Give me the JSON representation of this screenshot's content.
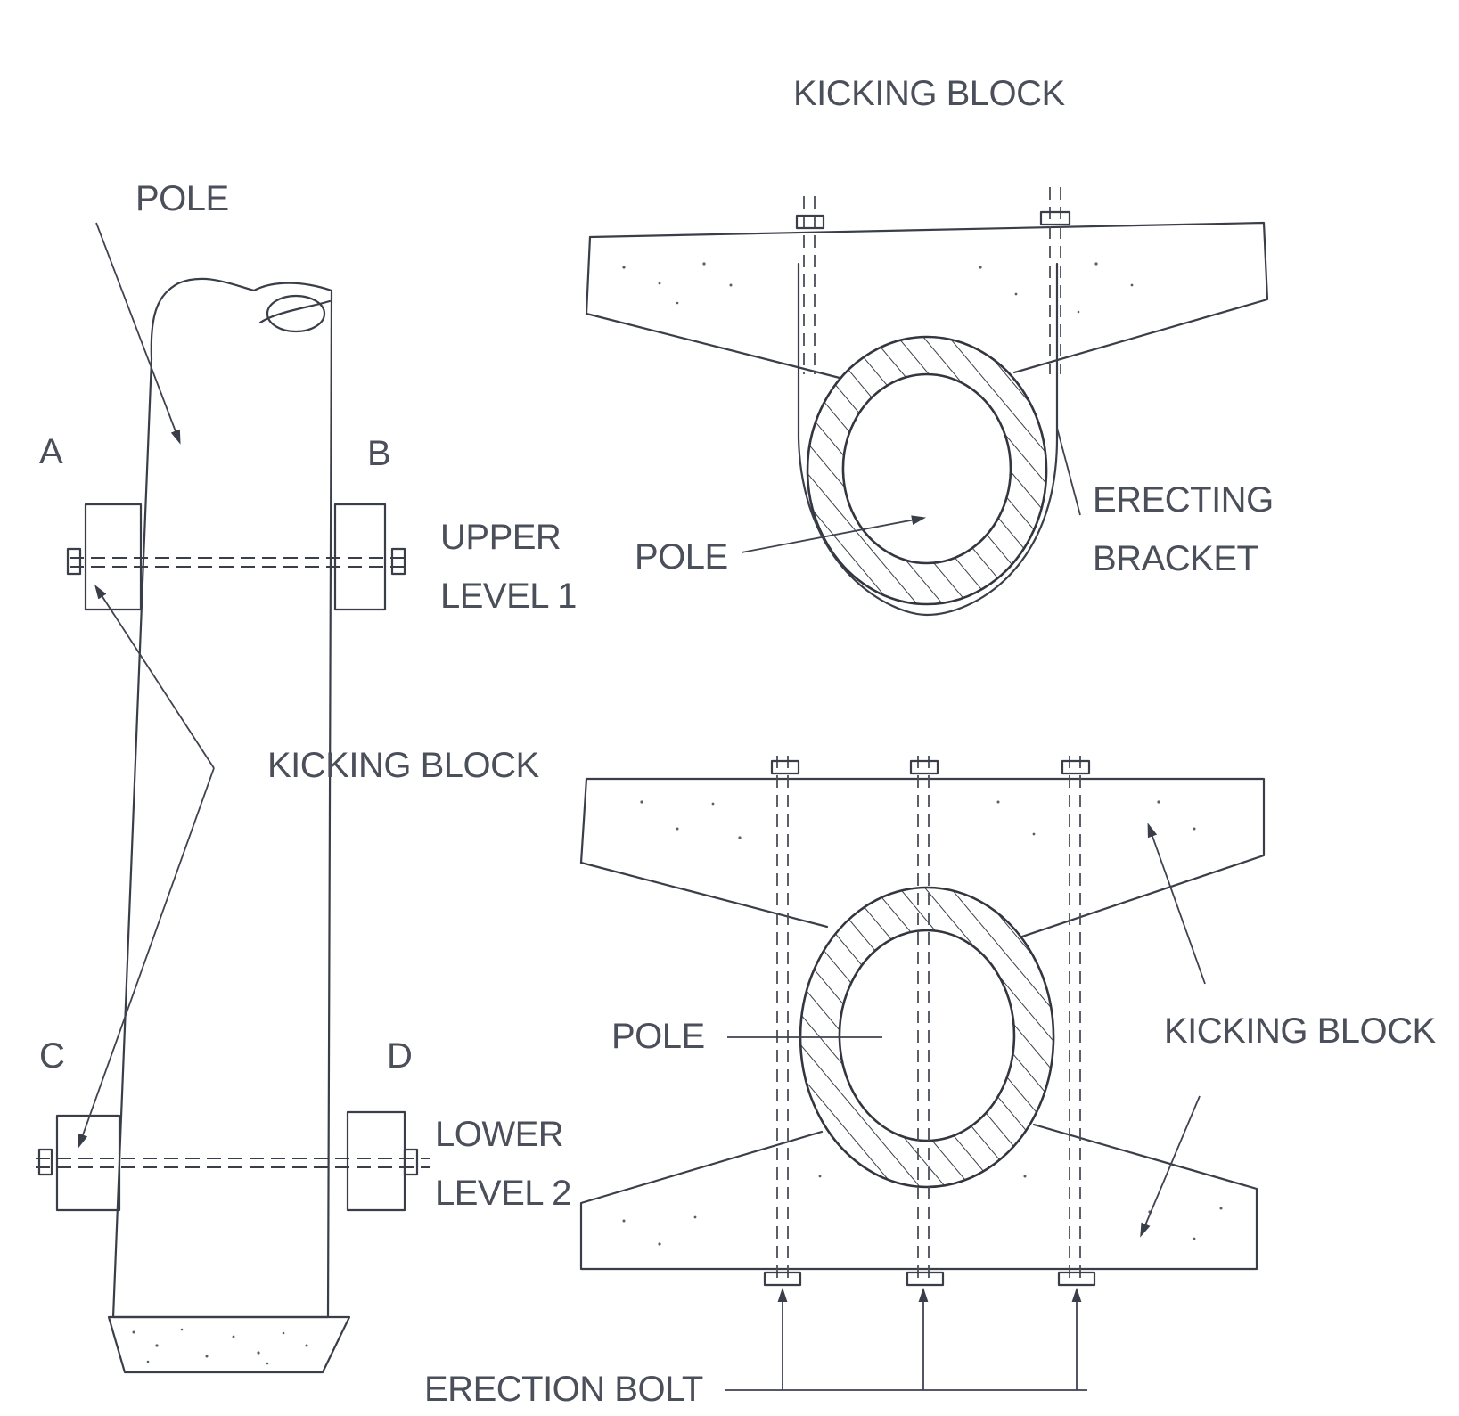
{
  "labels": {
    "top_title": "KICKING BLOCK",
    "pole_left": "POLE",
    "label_a": "A",
    "label_b": "B",
    "label_c": "C",
    "label_d": "D",
    "upper_level_line1": "UPPER",
    "upper_level_line2": "LEVEL 1",
    "kicking_block_mid": "KICKING BLOCK",
    "lower_level_line1": "LOWER",
    "lower_level_line2": "LEVEL 2",
    "pole_top_section": "POLE",
    "erecting_line1": "ERECTING",
    "erecting_line2": "BRACKET",
    "pole_bottom_section": "POLE",
    "kicking_block_right": "KICKING BLOCK",
    "erection_bolt": "ERECTION BOLT"
  },
  "colors": {
    "line": "#3a3e48",
    "text": "#4a4f5a",
    "background": "#ffffff"
  }
}
